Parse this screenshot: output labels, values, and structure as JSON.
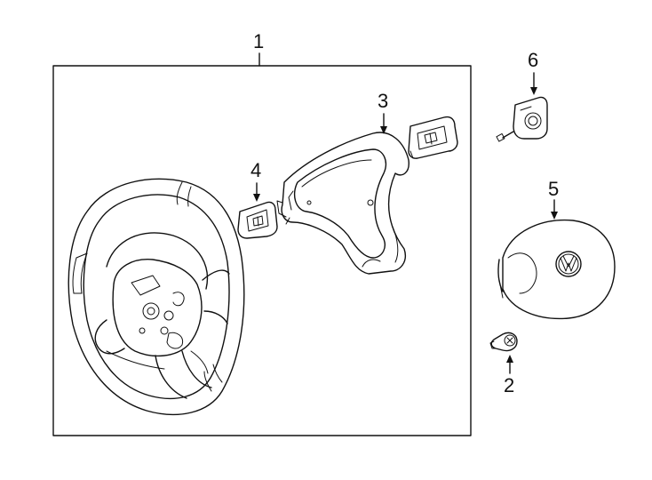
{
  "callouts": {
    "c1": "1",
    "c2": "2",
    "c3": "3",
    "c4": "4",
    "c5": "5",
    "c6": "6"
  },
  "icons": {
    "steering_wheel": "steering-wheel-icon",
    "trim_cover": "trim-cover-icon",
    "right_switch": "right-switch-icon",
    "left_switch": "left-switch-icon",
    "airbag": "airbag-module-icon",
    "clock_spring": "clock-spring-icon",
    "screw": "screw-icon"
  },
  "colors": {
    "line": "#111111",
    "background": "#ffffff"
  }
}
